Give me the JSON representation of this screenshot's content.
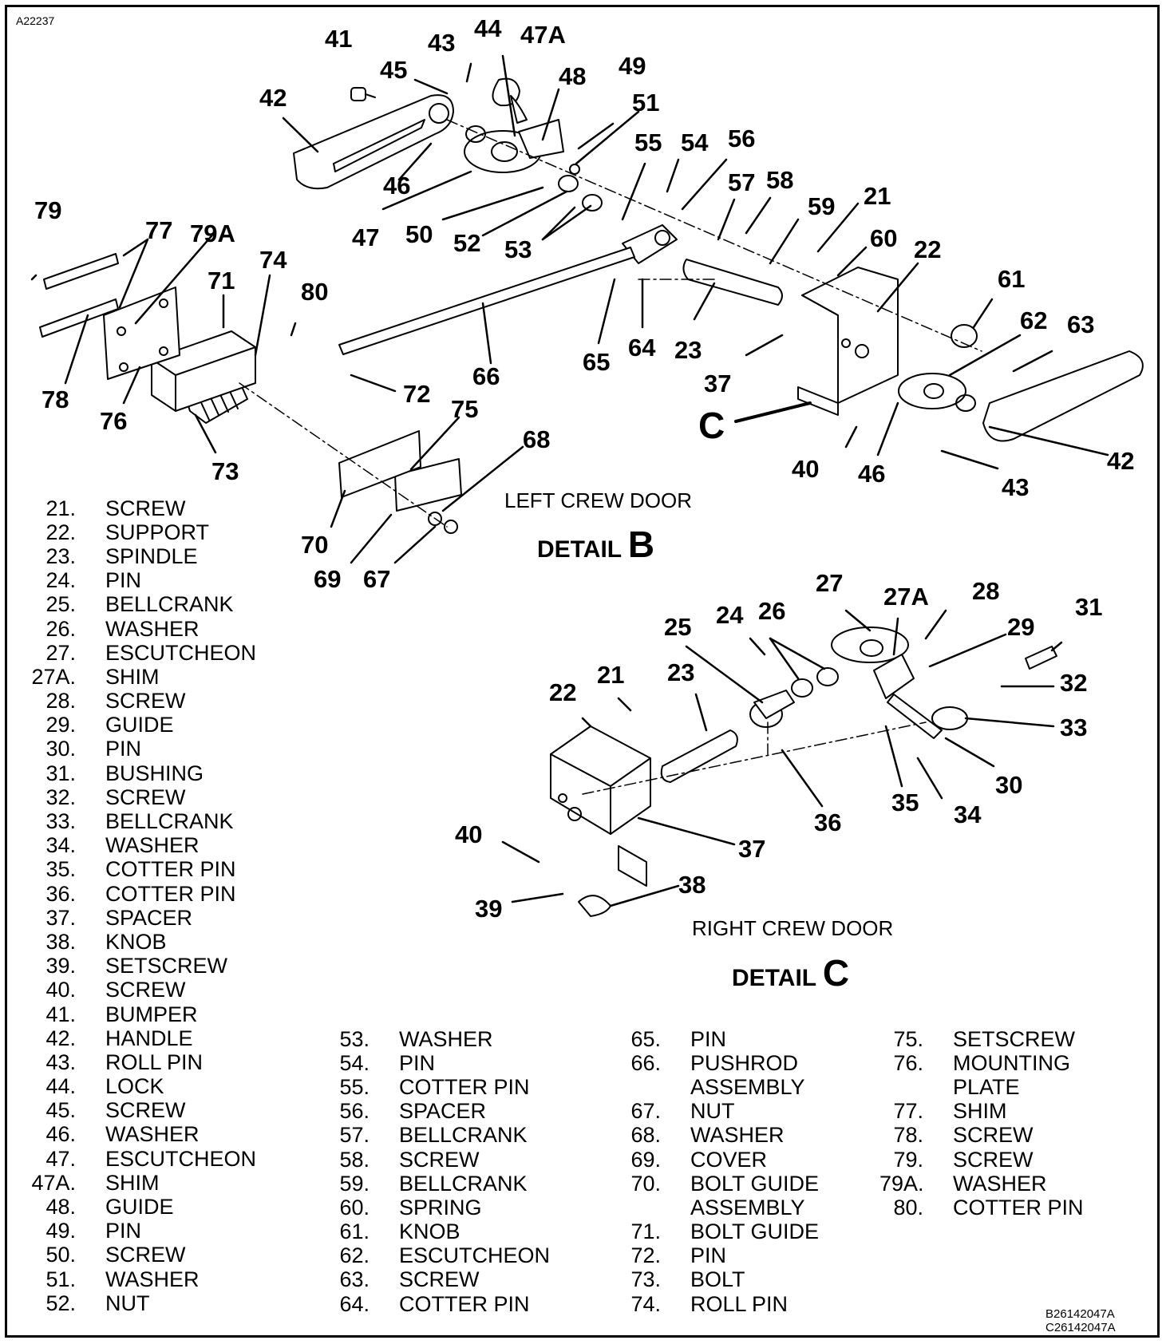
{
  "figure_code": "A22237",
  "reference_codes": [
    "B26142047A",
    "C26142047A"
  ],
  "detail_b": {
    "caption": "LEFT CREW DOOR",
    "detail_word": "DETAIL",
    "detail_letter": "B"
  },
  "detail_c": {
    "caption": "RIGHT CREW DOOR",
    "detail_word": "DETAIL",
    "detail_letter": "C"
  },
  "section_marker": "C",
  "callouts_b": [
    "41",
    "43",
    "44",
    "47A",
    "45",
    "48",
    "49",
    "42",
    "51",
    "55",
    "54",
    "56",
    "46",
    "57",
    "58",
    "47",
    "50",
    "52",
    "53",
    "59",
    "21",
    "60",
    "22",
    "79",
    "77",
    "79A",
    "74",
    "71",
    "80",
    "61",
    "62",
    "63",
    "66",
    "65",
    "64",
    "23",
    "72",
    "37",
    "78",
    "76",
    "75",
    "68",
    "73",
    "40",
    "46",
    "42",
    "43",
    "70",
    "69",
    "67"
  ],
  "callouts_c": [
    "27",
    "28",
    "27A",
    "24",
    "26",
    "31",
    "25",
    "29",
    "22",
    "21",
    "23",
    "32",
    "33",
    "30",
    "35",
    "34",
    "36",
    "37",
    "40",
    "38",
    "39"
  ],
  "legend": {
    "col1": [
      {
        "num": "21.",
        "name": "SCREW"
      },
      {
        "num": "22.",
        "name": "SUPPORT"
      },
      {
        "num": "23.",
        "name": "SPINDLE"
      },
      {
        "num": "24.",
        "name": "PIN"
      },
      {
        "num": "25.",
        "name": "BELLCRANK"
      },
      {
        "num": "26.",
        "name": "WASHER"
      },
      {
        "num": "27.",
        "name": "ESCUTCHEON"
      },
      {
        "num": "27A.",
        "name": "SHIM"
      },
      {
        "num": "28.",
        "name": "SCREW"
      },
      {
        "num": "29.",
        "name": "GUIDE"
      },
      {
        "num": "30.",
        "name": "PIN"
      },
      {
        "num": "31.",
        "name": "BUSHING"
      },
      {
        "num": "32.",
        "name": "SCREW"
      },
      {
        "num": "33.",
        "name": "BELLCRANK"
      },
      {
        "num": "34.",
        "name": "WASHER"
      },
      {
        "num": "35.",
        "name": "COTTER PIN"
      },
      {
        "num": "36.",
        "name": "COTTER PIN"
      },
      {
        "num": "37.",
        "name": "SPACER"
      },
      {
        "num": "38.",
        "name": "KNOB"
      },
      {
        "num": "39.",
        "name": "SETSCREW"
      },
      {
        "num": "40.",
        "name": "SCREW"
      },
      {
        "num": "41.",
        "name": "BUMPER"
      },
      {
        "num": "42.",
        "name": "HANDLE"
      },
      {
        "num": "43.",
        "name": "ROLL PIN"
      },
      {
        "num": "44.",
        "name": "LOCK"
      },
      {
        "num": "45.",
        "name": "SCREW"
      },
      {
        "num": "46.",
        "name": "WASHER"
      },
      {
        "num": "47.",
        "name": "ESCUTCHEON"
      },
      {
        "num": "47A.",
        "name": "SHIM"
      },
      {
        "num": "48.",
        "name": "GUIDE"
      },
      {
        "num": "49.",
        "name": "PIN"
      },
      {
        "num": "50.",
        "name": "SCREW"
      },
      {
        "num": "51.",
        "name": "WASHER"
      },
      {
        "num": "52.",
        "name": "NUT"
      }
    ],
    "col2": [
      {
        "num": "53.",
        "name": "WASHER"
      },
      {
        "num": "54.",
        "name": "PIN"
      },
      {
        "num": "55.",
        "name": "COTTER PIN"
      },
      {
        "num": "56.",
        "name": "SPACER"
      },
      {
        "num": "57.",
        "name": "BELLCRANK"
      },
      {
        "num": "58.",
        "name": "SCREW"
      },
      {
        "num": "59.",
        "name": "BELLCRANK"
      },
      {
        "num": "60.",
        "name": "SPRING"
      },
      {
        "num": "61.",
        "name": "KNOB"
      },
      {
        "num": "62.",
        "name": "ESCUTCHEON"
      },
      {
        "num": "63.",
        "name": "SCREW"
      },
      {
        "num": "64.",
        "name": "COTTER PIN"
      }
    ],
    "col3": [
      {
        "num": "65.",
        "name": "PIN"
      },
      {
        "num": "66.",
        "name": "PUSHROD"
      },
      {
        "num": "",
        "name": "ASSEMBLY"
      },
      {
        "num": "67.",
        "name": "NUT"
      },
      {
        "num": "68.",
        "name": "WASHER"
      },
      {
        "num": "69.",
        "name": "COVER"
      },
      {
        "num": "70.",
        "name": "BOLT GUIDE"
      },
      {
        "num": "",
        "name": "ASSEMBLY"
      },
      {
        "num": "71.",
        "name": "BOLT GUIDE"
      },
      {
        "num": "72.",
        "name": "PIN"
      },
      {
        "num": "73.",
        "name": "BOLT"
      },
      {
        "num": "74.",
        "name": "ROLL PIN"
      }
    ],
    "col4": [
      {
        "num": "75.",
        "name": "SETSCREW"
      },
      {
        "num": "76.",
        "name": "MOUNTING"
      },
      {
        "num": "",
        "name": "PLATE"
      },
      {
        "num": "77.",
        "name": "SHIM"
      },
      {
        "num": "78.",
        "name": "SCREW"
      },
      {
        "num": "79.",
        "name": "SCREW"
      },
      {
        "num": "79A.",
        "name": "WASHER"
      },
      {
        "num": "80.",
        "name": "COTTER PIN"
      }
    ]
  }
}
